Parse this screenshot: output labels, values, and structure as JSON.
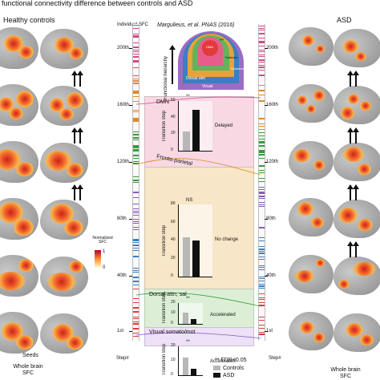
{
  "figure_title": "functional connectivity difference between controls and ASD",
  "left_header": "Healthy controls",
  "right_header": "ASD",
  "sfc_axis_label": "Individual SFC",
  "step_ticks_left": [
    "200th",
    "160th",
    "120th",
    "80th",
    "40th",
    "1st"
  ],
  "step_ticks_right": [
    "200th",
    "160th",
    "120th",
    "80th",
    "40th",
    "1st"
  ],
  "step_label_left": "Step#",
  "step_label_right": "Step#",
  "inset_citation": "Margulieus, et al. PNAS (2016)",
  "inset_axis": "Functional hierarchy",
  "inset_rings": [
    "DMN",
    "FP",
    "Salience",
    "Somatomotor",
    "Dorsal attn",
    "Visual"
  ],
  "networks": [
    {
      "name": "DMN",
      "color": "#f4c6d6"
    },
    {
      "name": "Fronto-parietal",
      "color": "#f5d9b0"
    },
    {
      "name": "Dorsal attn, sal",
      "color": "#cfe9c9"
    },
    {
      "name": "Visual somato/mot",
      "color": "#e2d4f0"
    }
  ],
  "panels": [
    {
      "ylabel": "Transition step",
      "ticks": [
        "60",
        "40",
        "20",
        "0"
      ],
      "sig": "**",
      "result": "Delayed"
    },
    {
      "ylabel": "Transition step",
      "ticks": [
        "80",
        "60",
        "40",
        "20",
        "0"
      ],
      "sig": "NS",
      "result": "No change"
    },
    {
      "ylabel": "Transition step",
      "ticks": [
        "20",
        "10",
        "0"
      ],
      "sig": "**",
      "result": "Accelerated"
    },
    {
      "ylabel": "Transition step",
      "ticks": [
        "20",
        "10",
        "0"
      ],
      "sig": "**",
      "result": "Accelerated"
    }
  ],
  "legend": {
    "title": "Normalized SFC",
    "max": "1",
    "min": "0"
  },
  "seeds_label": "Seeds",
  "whole_brain_left": "Whole brain SFC",
  "whole_brain_right": "Whole brain SFC",
  "bottom_legend": {
    "fdr": "** FDR<0.05",
    "controls": "Controls",
    "asd": "ASD"
  },
  "colors": {
    "controls": "#b7b7b7",
    "asd": "#111111",
    "hot": "#d7301f",
    "warm": "#fdae61"
  }
}
